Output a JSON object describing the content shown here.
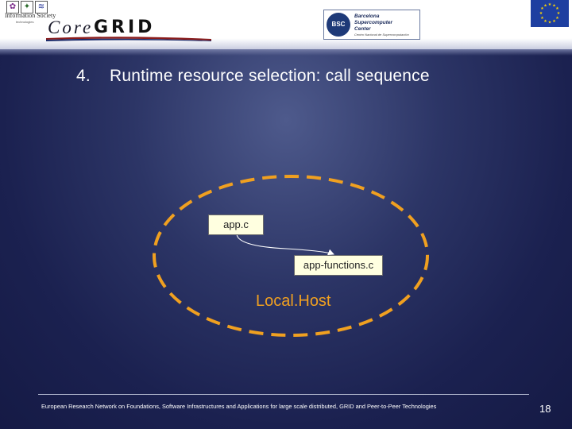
{
  "header": {
    "ist_logo_text": "Information Society",
    "ist_logo_subtext": "technologies",
    "coregrid_core": "Core",
    "coregrid_grid": "GRID",
    "bsc_badge": "BSC",
    "bsc_line1": "Barcelona",
    "bsc_line2": "Supercomputer",
    "bsc_line3": "Center",
    "bsc_line4": "Centro Nacional de Supercomputación"
  },
  "slide": {
    "title_number": "4.",
    "title_text": "Runtime resource selection: call sequence"
  },
  "diagram": {
    "file_app": "app.c",
    "file_functions": "app-functions.c",
    "host_label": "Local.Host",
    "host_label_color": "#f0a020",
    "ellipse_color": "#f0a020",
    "box_fill": "#ffffe0"
  },
  "footer": {
    "text": "European Research Network on Foundations, Software Infrastructures and Applications for large scale distributed, GRID and Peer-to-Peer Technologies",
    "page_number": "18"
  }
}
